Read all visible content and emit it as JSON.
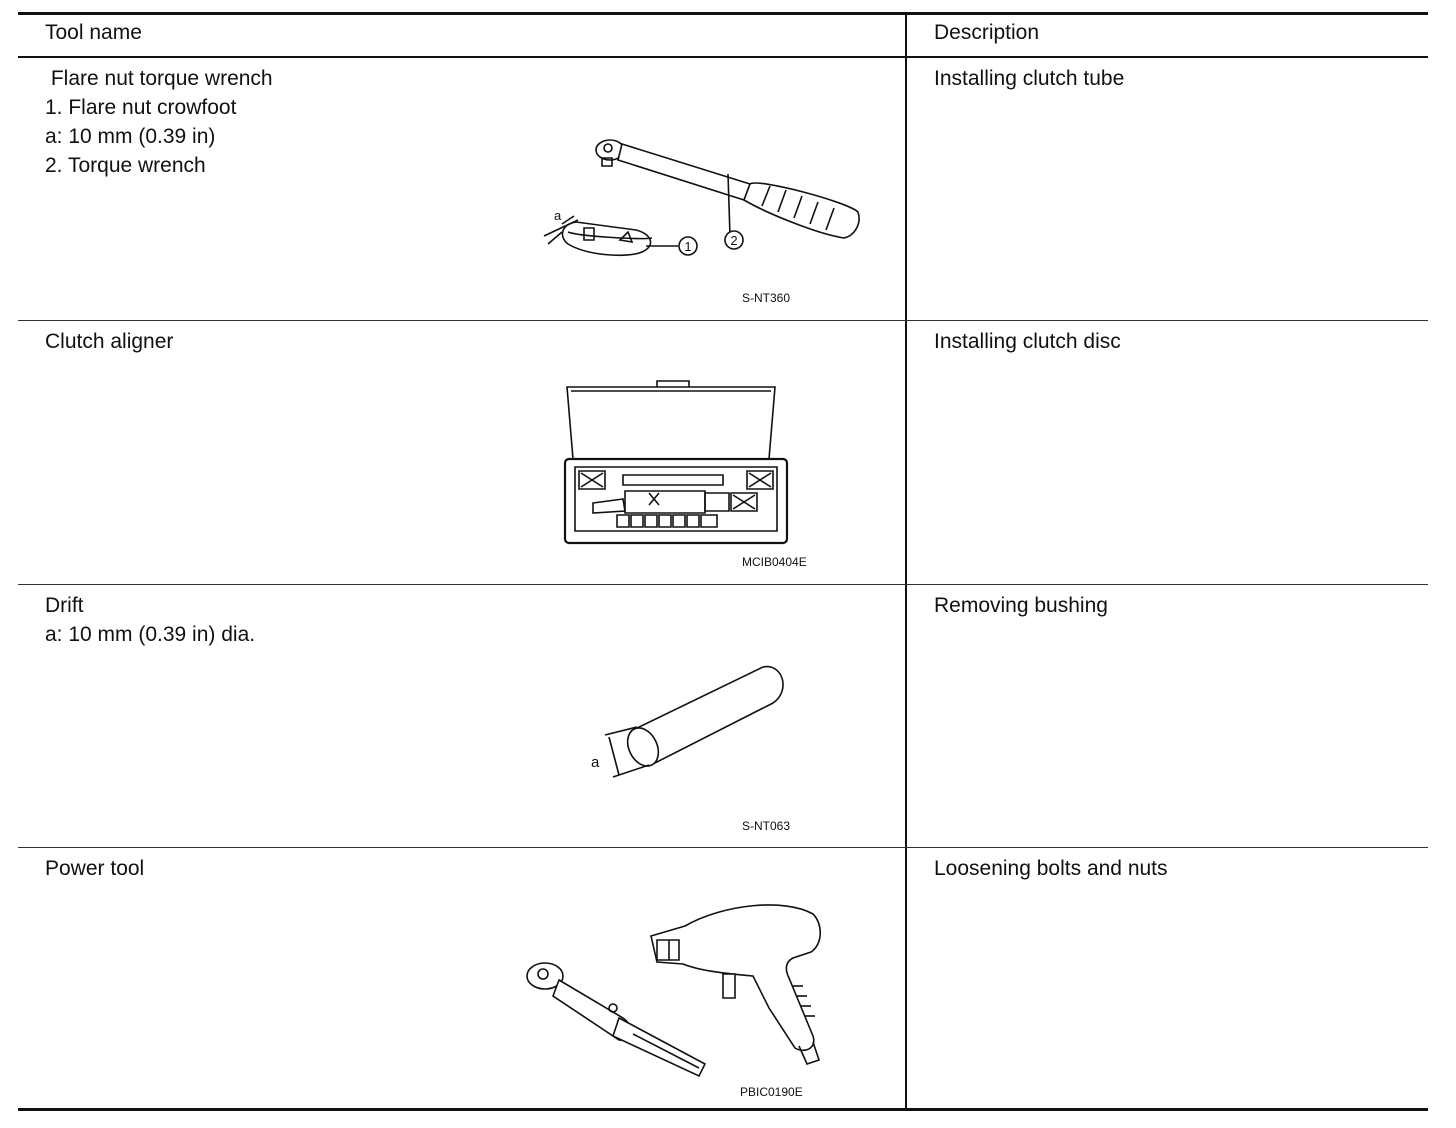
{
  "header": {
    "tool_name": "Tool name",
    "description": "Description"
  },
  "rows": [
    {
      "name": " Flare nut torque wrench",
      "details": [
        "1. Flare nut crowfoot",
        "a: 10 mm (0.39 in)",
        "2. Torque wrench"
      ],
      "description": "Installing clutch tube",
      "figure_code": "S-NT360",
      "figure_labels": {
        "a": "a",
        "one": "1",
        "two": "2"
      }
    },
    {
      "name": "Clutch aligner",
      "details": [],
      "description": "Installing clutch disc",
      "figure_code": "MCIB0404E"
    },
    {
      "name": "Drift",
      "details": [
        "a: 10 mm (0.39 in) dia."
      ],
      "description": "Removing bushing",
      "figure_code": "S-NT063",
      "figure_labels": {
        "a": "a"
      }
    },
    {
      "name": "Power tool",
      "details": [],
      "description": "Loosening bolts and nuts",
      "figure_code": "PBIC0190E"
    }
  ]
}
